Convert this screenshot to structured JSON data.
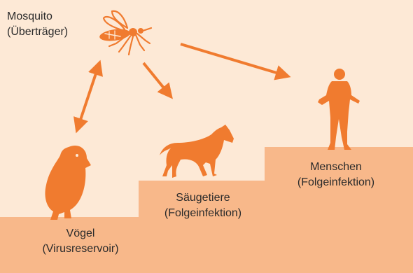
{
  "colors": {
    "background": "#fde9d6",
    "step": "#f8b88a",
    "accent": "#f07b2f",
    "text": "#2b2b2b"
  },
  "nodes": {
    "mosquito": {
      "name": "Mosquito",
      "role": "(Überträger)",
      "icon": "mosquito-icon"
    },
    "birds": {
      "name": "Vögel",
      "role": "(Virusreservoir)",
      "icon": "bird-icon"
    },
    "mammals": {
      "name": "Säugetiere",
      "role": "(Folgeinfektion)",
      "icon": "horse-icon"
    },
    "humans": {
      "name": "Menschen",
      "role": "(Folgeinfektion)",
      "icon": "human-icon"
    }
  },
  "arrows": [
    {
      "from": "mosquito",
      "to": "birds",
      "bidirectional": true
    },
    {
      "from": "mosquito",
      "to": "mammals",
      "bidirectional": false
    },
    {
      "from": "mosquito",
      "to": "humans",
      "bidirectional": false
    }
  ]
}
